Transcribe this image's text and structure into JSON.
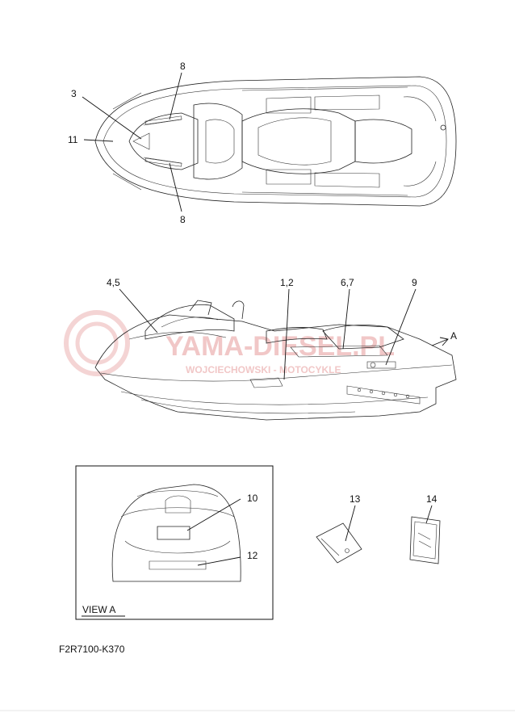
{
  "callouts": {
    "top_3": "3",
    "top_8a": "8",
    "top_8b": "8",
    "top_11": "11",
    "side_45": "4,5",
    "side_12": "1,2",
    "side_67": "6,7",
    "side_9": "9",
    "side_A": "A",
    "view_10": "10",
    "view_12": "12",
    "part_13": "13",
    "part_14": "14"
  },
  "view_label": "VIEW A",
  "part_code": "F2R7100-K370",
  "watermark": {
    "line1": "YAMA-DIESEL.PL",
    "line2": "WOJCIECHOWSKI - MOTOCYKLE"
  },
  "colors": {
    "line": "#222222",
    "watermark": "#f1c7c7"
  }
}
